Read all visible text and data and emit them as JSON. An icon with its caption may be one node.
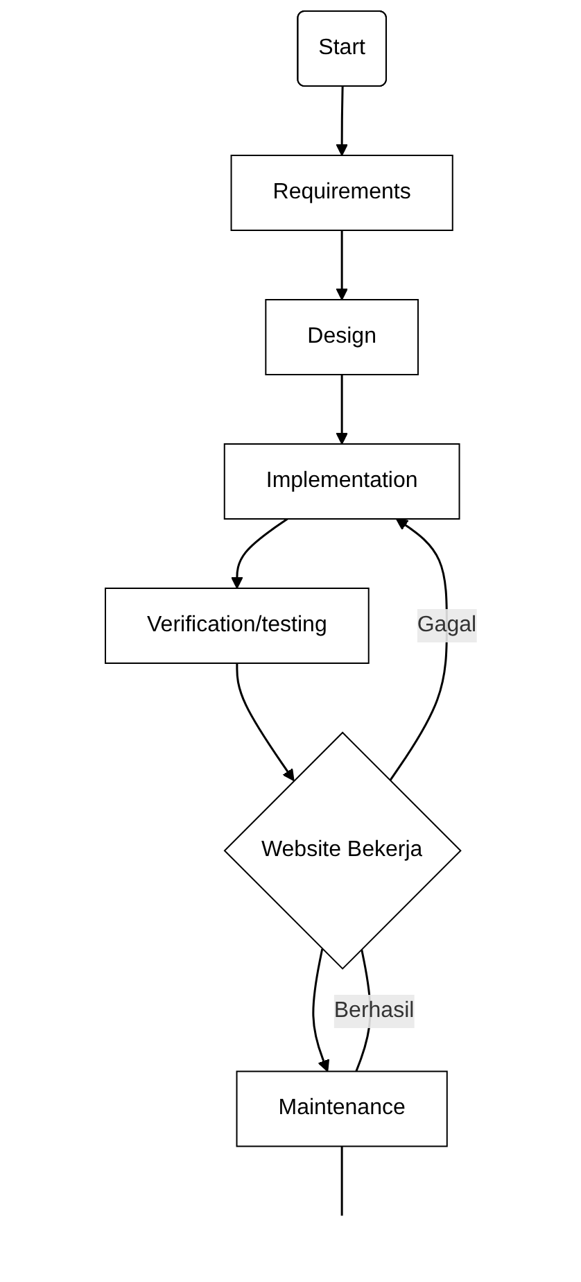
{
  "diagram": {
    "nodes": [
      {
        "text": [
          "Start"
        ]
      },
      {
        "text": [
          "Requirements"
        ]
      },
      {
        "text": [
          "Design"
        ]
      },
      {
        "text": [
          "Implementation"
        ]
      },
      {
        "text": [
          "Verification/testing"
        ]
      },
      {
        "text": [
          "Website Bekerja"
        ]
      },
      {
        "text": [
          "Maintenance"
        ]
      }
    ],
    "edges": [
      {
        "from": 0,
        "to": 1,
        "arrow": "to"
      },
      {
        "from": 1,
        "to": 2,
        "arrow": "to"
      },
      {
        "from": 2,
        "to": 3,
        "arrow": "to"
      },
      {
        "from": 3,
        "to": 4,
        "arrow": "to"
      },
      {
        "from": 4,
        "to": 5,
        "arrow": "to"
      },
      {
        "from": 5,
        "to": 3,
        "label": "Gagal",
        "arrow": "to"
      },
      {
        "from": 5,
        "to": 6,
        "arrow": "to"
      },
      {
        "from": 5,
        "to": 6,
        "label": "Berhasil",
        "arrow": "none"
      },
      {
        "from": 6,
        "to": null,
        "arrow": "none"
      }
    ]
  }
}
